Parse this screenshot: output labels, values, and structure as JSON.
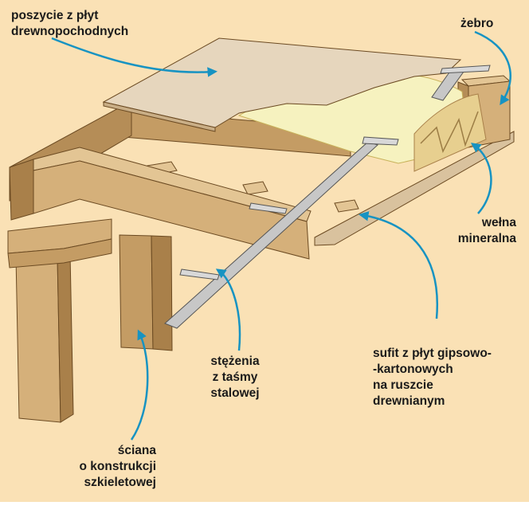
{
  "colors": {
    "background": "#fae1b5",
    "wood": "#d5b07a",
    "wood_dark": "#a9804a",
    "wood_edge": "#6b4a22",
    "sheathing": "#e6d6bd",
    "insulation": "#f6f2bf",
    "steel": "#c7c7c7",
    "leader": "#1793c2"
  },
  "labels": {
    "sheathing": {
      "lines": [
        "poszycie z płyt",
        "drewnopochodnych"
      ]
    },
    "rib": {
      "lines": [
        "żebro"
      ]
    },
    "wool": {
      "lines": [
        "wełna",
        "mineralna"
      ]
    },
    "bracing": {
      "lines": [
        "stężenia",
        "z taśmy",
        "stalowej"
      ]
    },
    "ceiling": {
      "lines": [
        "sufit z płyt gipsowo-",
        "-kartonowych",
        "na ruszcie",
        "drewnianym"
      ]
    },
    "wall": {
      "lines": [
        "ściana",
        "o konstrukcji",
        "szkieletowej"
      ]
    }
  }
}
